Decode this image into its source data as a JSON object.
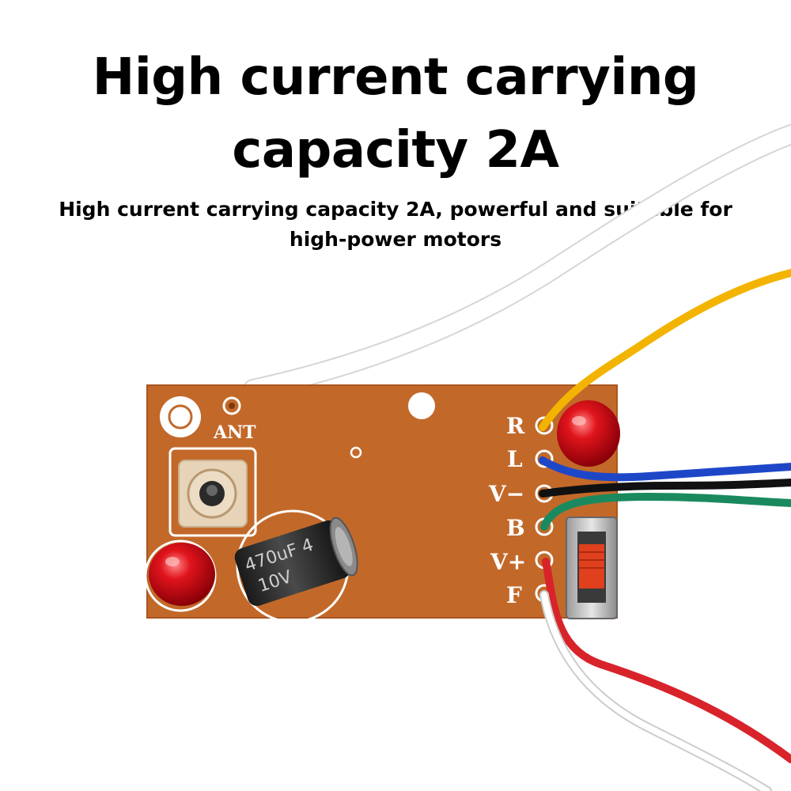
{
  "headline": {
    "line1": "High current carrying",
    "line2": "capacity 2A"
  },
  "subheadline": {
    "line1": "High current carrying capacity 2A, powerful and suitable for",
    "line2": "high-power motors"
  },
  "board": {
    "antenna_label": "ANT",
    "pin_labels": [
      "R",
      "L",
      "V−",
      "B",
      "V+",
      "F"
    ],
    "capacitor_line1": "470uF 4",
    "capacitor_line2": "10V"
  },
  "colors": {
    "pcb": "#c2692a",
    "wire_yellow": "#f2b400",
    "wire_blue": "#1e47c8",
    "wire_black": "#111111",
    "wire_green": "#1a8a5e",
    "wire_red": "#d8232a",
    "wire_white": "#ffffff",
    "led_red": "#e0141c"
  }
}
